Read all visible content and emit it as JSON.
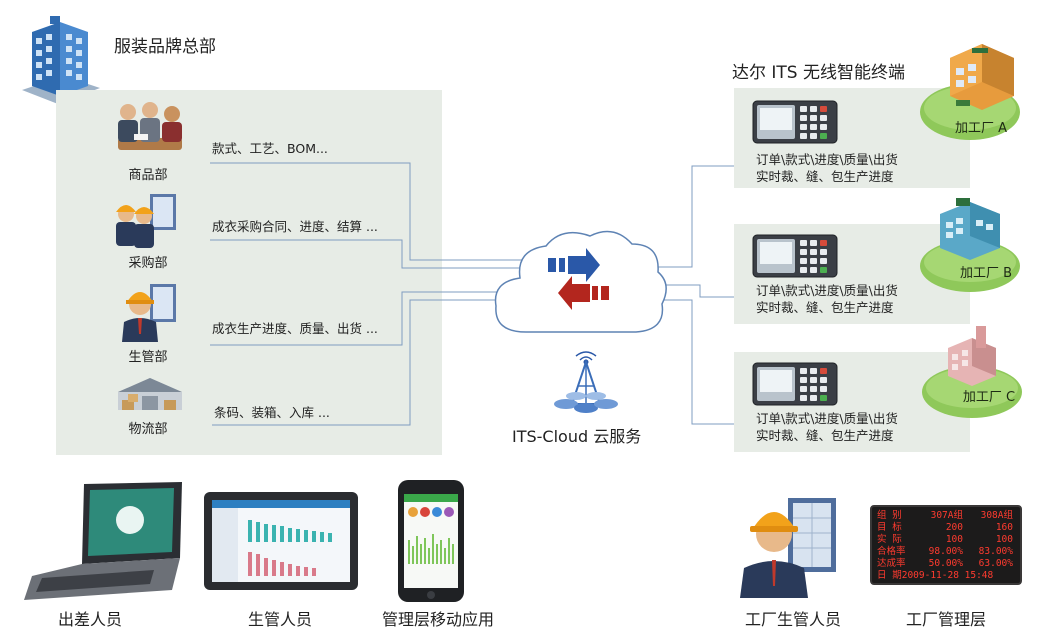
{
  "hq": {
    "title": "服装品牌总部",
    "departments": [
      {
        "name": "商品部",
        "info": "款式、工艺、BOM..."
      },
      {
        "name": "采购部",
        "info": "成衣采购合同、进度、结算 ..."
      },
      {
        "name": "生管部",
        "info": "成衣生产进度、质量、出货 ..."
      },
      {
        "name": "物流部",
        "info": "条码、装箱、入库 ..."
      }
    ]
  },
  "terminals": {
    "title": "达尔 ITS 无线智能终端",
    "line1": "订单\\款式\\进度\\质量\\出货",
    "line2": "实时裁、缝、包生产进度",
    "factories": [
      "加工厂 A",
      "加工厂 B",
      "加工厂 C"
    ]
  },
  "cloud": {
    "label": "ITS-Cloud 云服务"
  },
  "bottom": {
    "labels": [
      "出差人员",
      "生管人员",
      "管理层移动应用",
      "工厂生管人员",
      "工厂管理层"
    ]
  },
  "led_board": {
    "rows": [
      [
        "组 别",
        "307A组",
        "308A组"
      ],
      [
        "目 标",
        "200",
        "160"
      ],
      [
        "实 际",
        "100",
        "100"
      ],
      [
        "合格率",
        "98.00%",
        "83.00%"
      ],
      [
        "达成率",
        "50.00%",
        "63.00%"
      ],
      [
        "日 期",
        "2009-11-28 15:48",
        ""
      ]
    ]
  },
  "colors": {
    "panel_bg": "#e7ece6",
    "arrow_out": "#2a58a8",
    "arrow_in": "#b3261e",
    "factory_green": "#8fc85a",
    "connector": "#7f9cc0"
  }
}
